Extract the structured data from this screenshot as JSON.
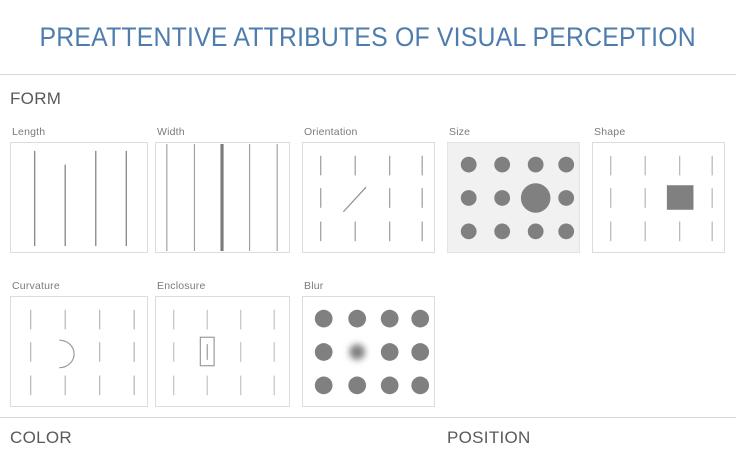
{
  "header": {
    "title": "PREATTENTIVE ATTRIBUTES OF VISUAL PERCEPTION",
    "title_color": "#4E7CAD"
  },
  "sections": [
    {
      "id": "form",
      "label": "FORM"
    },
    {
      "id": "color",
      "label": "COLOR"
    },
    {
      "id": "position",
      "label": "POSITION"
    }
  ],
  "palette": {
    "mark_gray": "#808080",
    "line_gray": "#8c8c8c",
    "line_light": "#c9c9c9",
    "card_border": "#dcdcdc",
    "card_shaded_bg": "#f1f1f1",
    "label_gray": "#7a7a7a",
    "heading_gray": "#595959",
    "divider": "#d8d8d8"
  },
  "cards": [
    {
      "id": "length",
      "label": "Length",
      "row": 1,
      "col": 1,
      "variation": "one line is shorter than the others",
      "marks": 4
    },
    {
      "id": "width",
      "label": "Width",
      "row": 1,
      "col": 2,
      "variation": "middle line is thicker",
      "marks": 5
    },
    {
      "id": "orientation",
      "label": "Orientation",
      "row": 1,
      "col": 3,
      "variation": "one dash is tilted 45 degrees",
      "marks": 12
    },
    {
      "id": "size",
      "label": "Size",
      "row": 1,
      "col": 4,
      "variation": "one circle is larger",
      "marks": 12
    },
    {
      "id": "shape",
      "label": "Shape",
      "row": 1,
      "col": 5,
      "variation": "one mark is a square",
      "marks": 12
    },
    {
      "id": "curvature",
      "label": "Curvature",
      "row": 2,
      "col": 1,
      "variation": "one mark is a curved arc",
      "marks": 12
    },
    {
      "id": "enclosure",
      "label": "Enclosure",
      "row": 2,
      "col": 2,
      "variation": "one mark is enclosed in a box",
      "marks": 12
    },
    {
      "id": "blur",
      "label": "Blur",
      "row": 2,
      "col": 3,
      "variation": "one circle is blurred",
      "marks": 12
    }
  ]
}
